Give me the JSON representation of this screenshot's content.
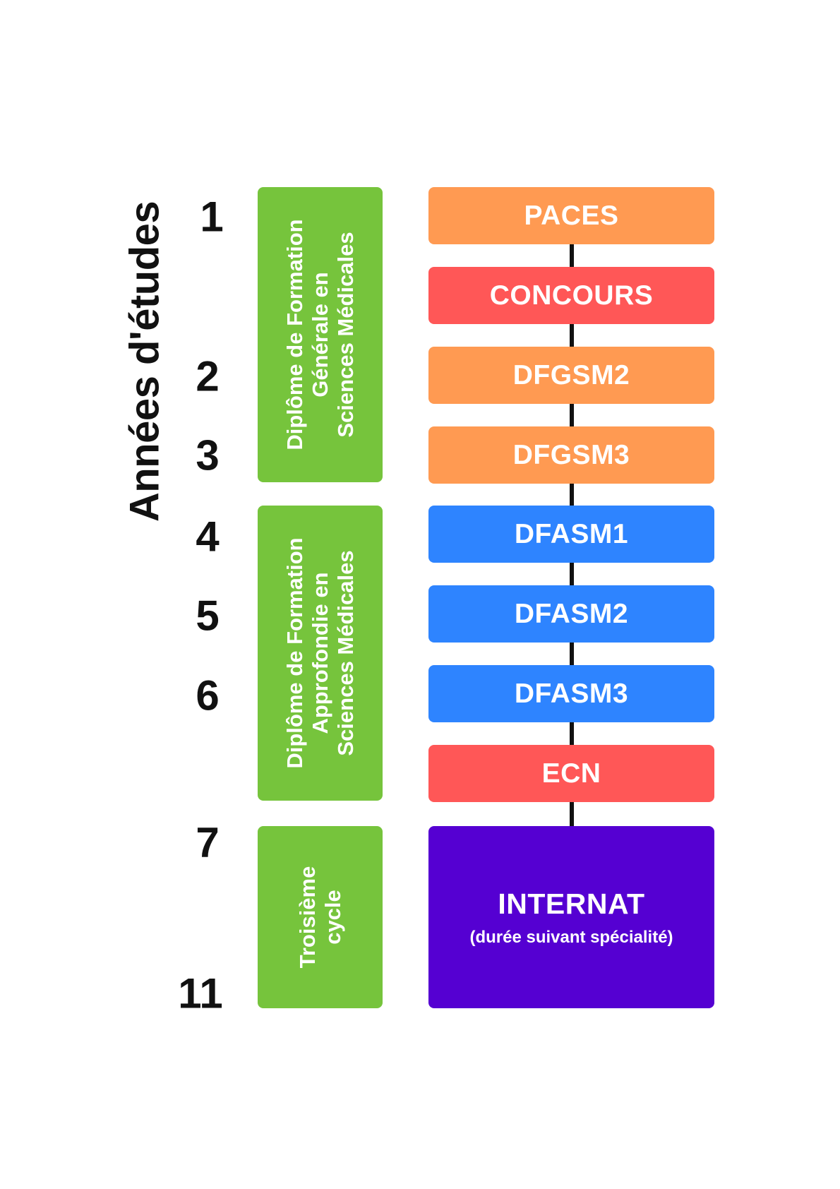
{
  "axis_title": "Années d'études",
  "years": [
    "1",
    "2",
    "3",
    "4",
    "5",
    "6",
    "7",
    "11"
  ],
  "diplomas": [
    {
      "lines": [
        "Diplôme de Formation",
        "Générale en",
        "Sciences Médicales"
      ],
      "color": "#76c43c"
    },
    {
      "lines": [
        "Diplôme de Formation",
        "Approfondie en",
        "Sciences Médicales"
      ],
      "color": "#76c43c"
    },
    {
      "lines": [
        "Troisième",
        "cycle"
      ],
      "color": "#76c43c"
    }
  ],
  "steps": [
    {
      "label": "PACES",
      "color": "#ff9a52"
    },
    {
      "label": "CONCOURS",
      "color": "#ff5757"
    },
    {
      "label": "DFGSM2",
      "color": "#ff9a52"
    },
    {
      "label": "DFGSM3",
      "color": "#ff9a52"
    },
    {
      "label": "DFASM1",
      "color": "#2e84ff"
    },
    {
      "label": "DFASM2",
      "color": "#2e84ff"
    },
    {
      "label": "DFASM3",
      "color": "#2e84ff"
    },
    {
      "label": "ECN",
      "color": "#ff5757"
    }
  ],
  "internat": {
    "title": "INTERNAT",
    "subtitle": "(durée suivant spécialité)",
    "color": "#5500d2"
  }
}
